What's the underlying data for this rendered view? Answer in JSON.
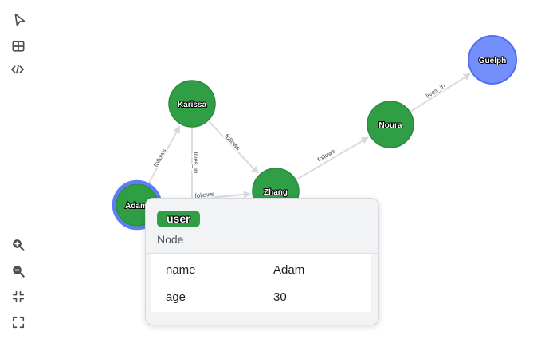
{
  "sidebar": {
    "top_icons": [
      {
        "name": "graph-view-icon"
      },
      {
        "name": "table-view-icon"
      },
      {
        "name": "code-view-icon"
      }
    ],
    "bottom_icons": [
      {
        "name": "zoom-in-icon"
      },
      {
        "name": "zoom-out-icon"
      },
      {
        "name": "fit-view-icon"
      },
      {
        "name": "fullscreen-icon"
      }
    ]
  },
  "graph": {
    "nodes": [
      {
        "id": "karissa",
        "label": "Karissa",
        "type": "user",
        "color": "#2f9e44",
        "selected": false
      },
      {
        "id": "adam",
        "label": "Adam",
        "type": "user",
        "color": "#2f9e44",
        "selected": true
      },
      {
        "id": "zhang",
        "label": "Zhang",
        "type": "user",
        "color": "#2f9e44",
        "selected": false
      },
      {
        "id": "noura",
        "label": "Noura",
        "type": "user",
        "color": "#2f9e44",
        "selected": false
      },
      {
        "id": "guelph",
        "label": "Guelph",
        "type": "city",
        "color": "#748ffc",
        "selected": false
      }
    ],
    "edges": [
      {
        "from": "adam",
        "to": "karissa",
        "label": "follows"
      },
      {
        "from": "karissa",
        "to": "zhang",
        "label": "follows"
      },
      {
        "from": "karissa",
        "to": "hidden",
        "label": "lives_in"
      },
      {
        "from": "adam",
        "to": "zhang",
        "label": "follows"
      },
      {
        "from": "zhang",
        "to": "noura",
        "label": "follows"
      },
      {
        "from": "noura",
        "to": "guelph",
        "label": "lives_in"
      }
    ]
  },
  "tooltip": {
    "badge": "user",
    "entity": "Node",
    "properties": [
      {
        "key": "name",
        "value": "Adam"
      },
      {
        "key": "age",
        "value": "30"
      }
    ]
  },
  "colors": {
    "node_green": "#2f9e44",
    "node_green_border": "#2b8a3e",
    "node_blue": "#748ffc",
    "node_blue_border": "#4c6ef5",
    "selection_ring": "#5c7cfa",
    "edge_gray": "#d9dce1",
    "tooltip_bg": "#f1f3f5"
  }
}
